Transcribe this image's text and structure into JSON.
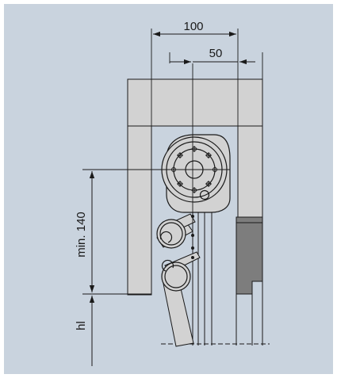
{
  "colors": {
    "background": "#c9d3de",
    "frame": "#ffffff",
    "wall_fill": "#d2d2d2",
    "wall_inner": "#bfbfbf",
    "dark_block": "#7d7d7d",
    "line": "#1a1a1a"
  },
  "dimensions": {
    "width_label": "100",
    "offset_label": "50",
    "height_label": "min. 140",
    "hl_label": "hl"
  }
}
